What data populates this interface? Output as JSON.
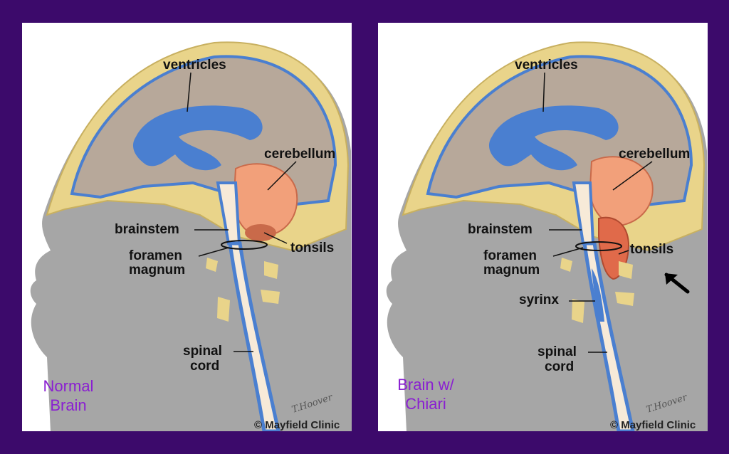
{
  "panels": [
    {
      "caption_line1": "Normal",
      "caption_line2": "Brain",
      "labels": {
        "ventricles": "ventricles",
        "cerebellum": "cerebellum",
        "brainstem": "brainstem",
        "foramen": "foramen",
        "magnum": "magnum",
        "tonsils": "tonsils",
        "spinal": "spinal",
        "cord": "cord"
      },
      "credit": "© Mayfield Clinic",
      "signature": "T.Hoover"
    },
    {
      "caption_line1": "Brain w/",
      "caption_line2": "Chiari",
      "labels": {
        "ventricles": "ventricles",
        "cerebellum": "cerebellum",
        "brainstem": "brainstem",
        "foramen": "foramen",
        "magnum": "magnum",
        "tonsils": "tonsils",
        "syrinx": "syrinx",
        "spinal": "spinal",
        "cord": "cord"
      },
      "credit": "© Mayfield Clinic",
      "signature": "T.Hoover"
    }
  ],
  "colors": {
    "background": "#3c0a6b",
    "caption": "#8a1fd1",
    "head": "#a6a6a6",
    "skull": "#e9d48a",
    "brain": "#b7a89a",
    "csf": "#4a7fd0",
    "cerebellum": "#f2a07a",
    "tonsil_abnormal": "#e06a4a",
    "spinal_cord": "#f7ead8"
  },
  "icons": [
    "arrow-up-left-icon"
  ]
}
